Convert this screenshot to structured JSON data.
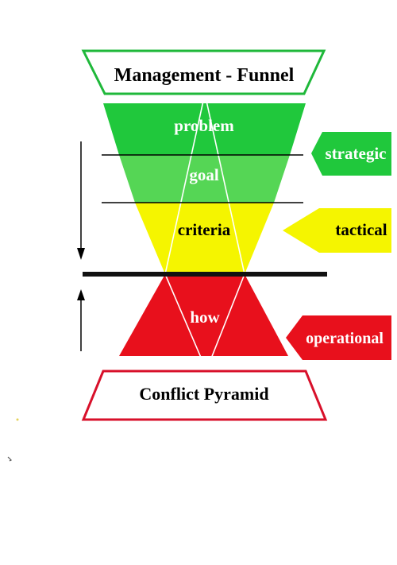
{
  "diagram": {
    "funnel_title": "Management - Funnel",
    "pyramid_title": "Conflict Pyramid",
    "bands": {
      "problem": "problem",
      "goal": "goal",
      "criteria": "criteria",
      "how": "how"
    },
    "tags": {
      "strategic": "strategic",
      "tactical": "tactical",
      "operational": "operational"
    },
    "colors": {
      "green": "#20c83c",
      "light_green": "#55d655",
      "yellow": "#f5f500",
      "red": "#e8101c",
      "funnel_border": "#1fb83a",
      "pyramid_border": "#d8102a",
      "divider": "#000000"
    }
  }
}
